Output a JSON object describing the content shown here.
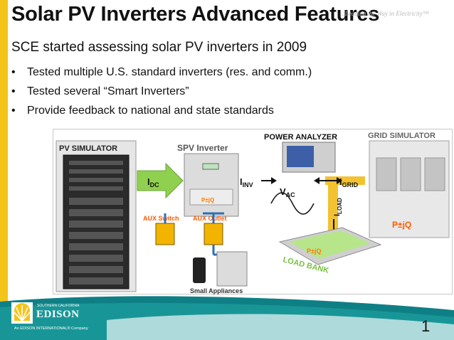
{
  "slide": {
    "title": "Solar PV Inverters Advanced Features",
    "tagline": "...Leading the Way in Electricity™",
    "subtitle": "SCE started assessing solar PV inverters in 2009",
    "bullets": [
      "Tested multiple U.S. standard inverters (res. and comm.)",
      "Tested several “Smart Inverters”",
      "Provide feedback to national and state standards"
    ],
    "page_number": "1"
  },
  "diagram": {
    "pv_simulator": "PV SIMULATOR",
    "spv_inverter": "SPV Inverter",
    "power_analyzer": "POWER ANALYZER",
    "grid_simulator": "GRID SIMULATOR",
    "i_dc": "I",
    "i_dc_sub": "DC",
    "i_inv": "I",
    "i_inv_sub": "INV",
    "i_grid": "I",
    "i_grid_sub": "GRID",
    "i_load": "I",
    "i_load_sub": "LOAD",
    "v_ac": "V",
    "v_ac_sub": "AC",
    "pjq_inverter": "P±jQ",
    "pjq_grid": "P±jQ",
    "pjq_load": "P±jQ",
    "aux_switch": "AUX Switch",
    "aux_outlet": "AUX Outlet",
    "load_bank": "LOAD BANK",
    "small_appliances": "Small Appliances"
  },
  "footer": {
    "sce_label": "SOUTHERN CALIFORNIA",
    "edison": "EDISON",
    "company": "An EDISON INTERNATIONAL® Company"
  },
  "colors": {
    "accent_yellow": "#f4c41a",
    "teal_band": "#1a8f8c",
    "arrow_green": "#8fd14f",
    "arrow_yellow": "#f2c230",
    "label_orange": "#ff7b00"
  }
}
